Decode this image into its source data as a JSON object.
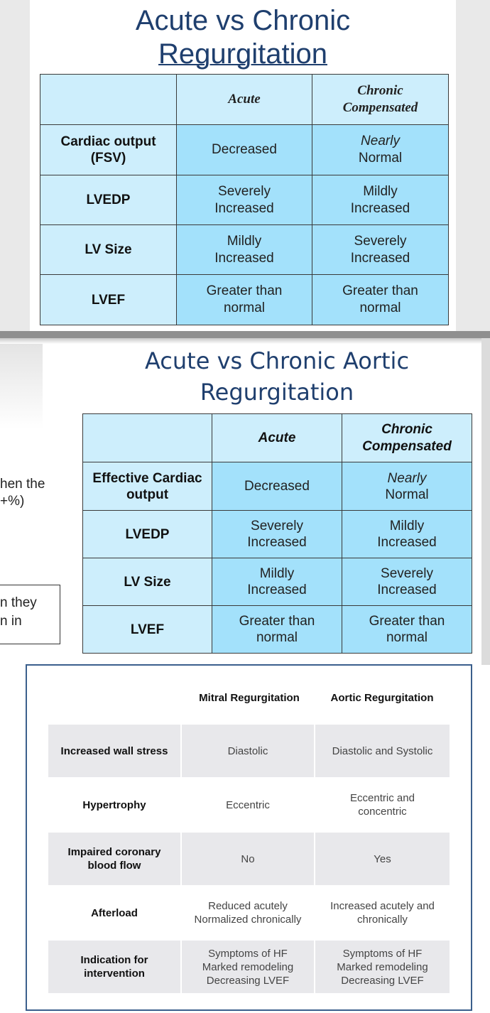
{
  "slide1": {
    "title_line1": "Acute vs Chronic",
    "title_line2": "Regurgitation",
    "columns": [
      "Acute",
      "Chronic",
      "Compensated"
    ],
    "rows": [
      {
        "label_line1": "Cardiac output",
        "label_line2": "(FSV)",
        "acute_line1": "Decreased",
        "acute_line2": "",
        "chronic_line1": "Nearly",
        "chronic_line2": "Normal"
      },
      {
        "label_line1": "LVEDP",
        "label_line2": "",
        "acute_line1": "Severely",
        "acute_line2": "Increased",
        "chronic_line1": "Mildly",
        "chronic_line2": "Increased"
      },
      {
        "label_line1": "LV Size",
        "label_line2": "",
        "acute_line1": "Mildly",
        "acute_line2": "Increased",
        "chronic_line1": "Severely",
        "chronic_line2": "Increased"
      },
      {
        "label_line1": "LVEF",
        "label_line2": "",
        "acute_line1": "Greater than",
        "acute_line2": "normal",
        "chronic_line1": "Greater than",
        "chronic_line2": "normal"
      }
    ]
  },
  "slide2": {
    "title_line1": "Acute vs Chronic Aortic",
    "title_line2": "Regurgitation",
    "fragments": [
      "hen the",
      "+%)",
      "n they",
      "n in"
    ],
    "columns": [
      "Acute",
      "Chronic",
      "Compensated"
    ],
    "rows": [
      {
        "label_line1": "Effective Cardiac",
        "label_line2": "output",
        "acute_line1": "Decreased",
        "acute_line2": "",
        "chronic_line1": "Nearly",
        "chronic_line2": "Normal"
      },
      {
        "label_line1": "LVEDP",
        "label_line2": "",
        "acute_line1": "Severely",
        "acute_line2": "Increased",
        "chronic_line1": "Mildly",
        "chronic_line2": "Increased"
      },
      {
        "label_line1": "LV Size",
        "label_line2": "",
        "acute_line1": "Mildly",
        "acute_line2": "Increased",
        "chronic_line1": "Severely",
        "chronic_line2": "Increased"
      },
      {
        "label_line1": "LVEF",
        "label_line2": "",
        "acute_line1": "Greater than",
        "acute_line2": "normal",
        "chronic_line1": "Greater than",
        "chronic_line2": "normal"
      }
    ]
  },
  "slide3": {
    "columns": [
      "Mitral Regurgitation",
      "Aortic Regurgitation"
    ],
    "rows": [
      {
        "label": [
          "Increased wall stress"
        ],
        "mitral": [
          "Diastolic"
        ],
        "aortic": [
          "Diastolic and Systolic"
        ]
      },
      {
        "label": [
          "Hypertrophy"
        ],
        "mitral": [
          "Eccentric"
        ],
        "aortic": [
          "Eccentric and",
          "concentric"
        ]
      },
      {
        "label": [
          "Impaired coronary",
          "blood flow"
        ],
        "mitral": [
          "No"
        ],
        "aortic": [
          "Yes"
        ]
      },
      {
        "label": [
          "Afterload"
        ],
        "mitral": [
          "Reduced acutely",
          "Normalized chronically"
        ],
        "aortic": [
          "Increased acutely and",
          "chronically"
        ]
      },
      {
        "label": [
          "Indication for",
          "intervention"
        ],
        "mitral": [
          "Symptoms of HF",
          "Marked remodeling",
          "Decreasing LVEF"
        ],
        "aortic": [
          "Symptoms of HF",
          "Marked remodeling",
          "Decreasing LVEF"
        ]
      }
    ]
  }
}
